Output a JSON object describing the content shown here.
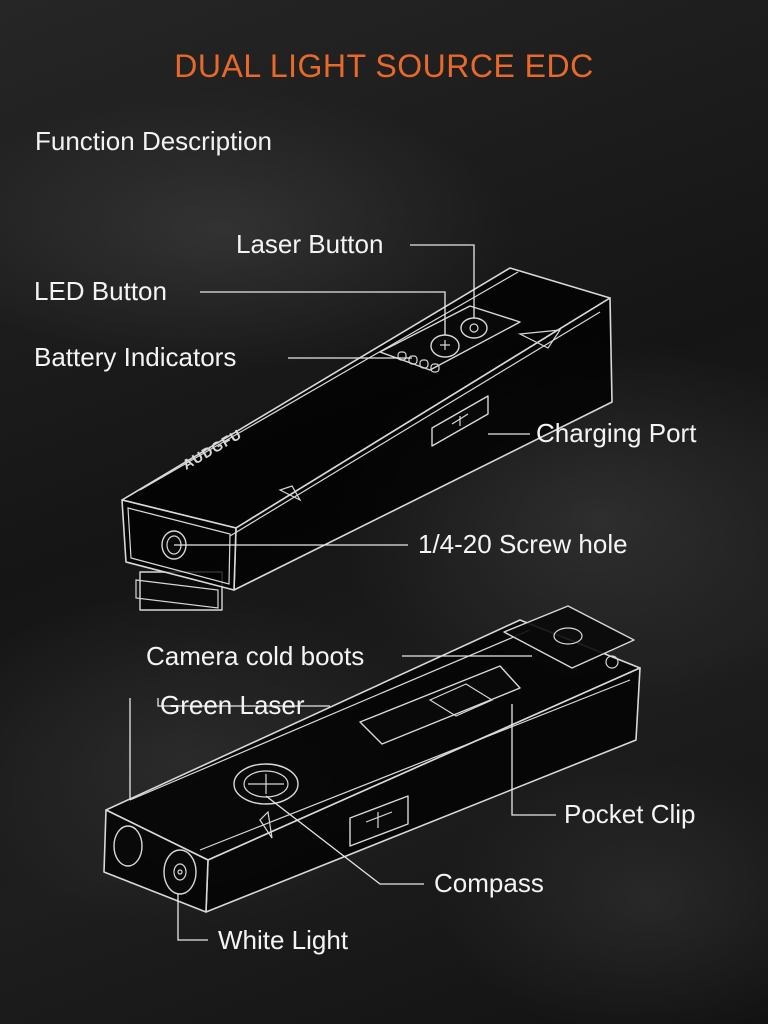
{
  "header": {
    "title": "DUAL LIGHT SOURCE EDC",
    "subtitle": "Function Description"
  },
  "brand_mark": "AUDGFU",
  "callouts": {
    "laser_button": "Laser Button",
    "led_button": "LED Button",
    "battery_indicators": "Battery Indicators",
    "charging_port": "Charging Port",
    "screw_hole": "1/4-20 Screw hole",
    "camera_cold_boots": "Camera cold boots",
    "green_laser": "Green Laser",
    "pocket_clip": "Pocket Clip",
    "compass": "Compass",
    "white_light": "White Light"
  },
  "colors": {
    "title": "#e8692a",
    "text": "#f4f4f4",
    "background": "#1b1b1b"
  }
}
